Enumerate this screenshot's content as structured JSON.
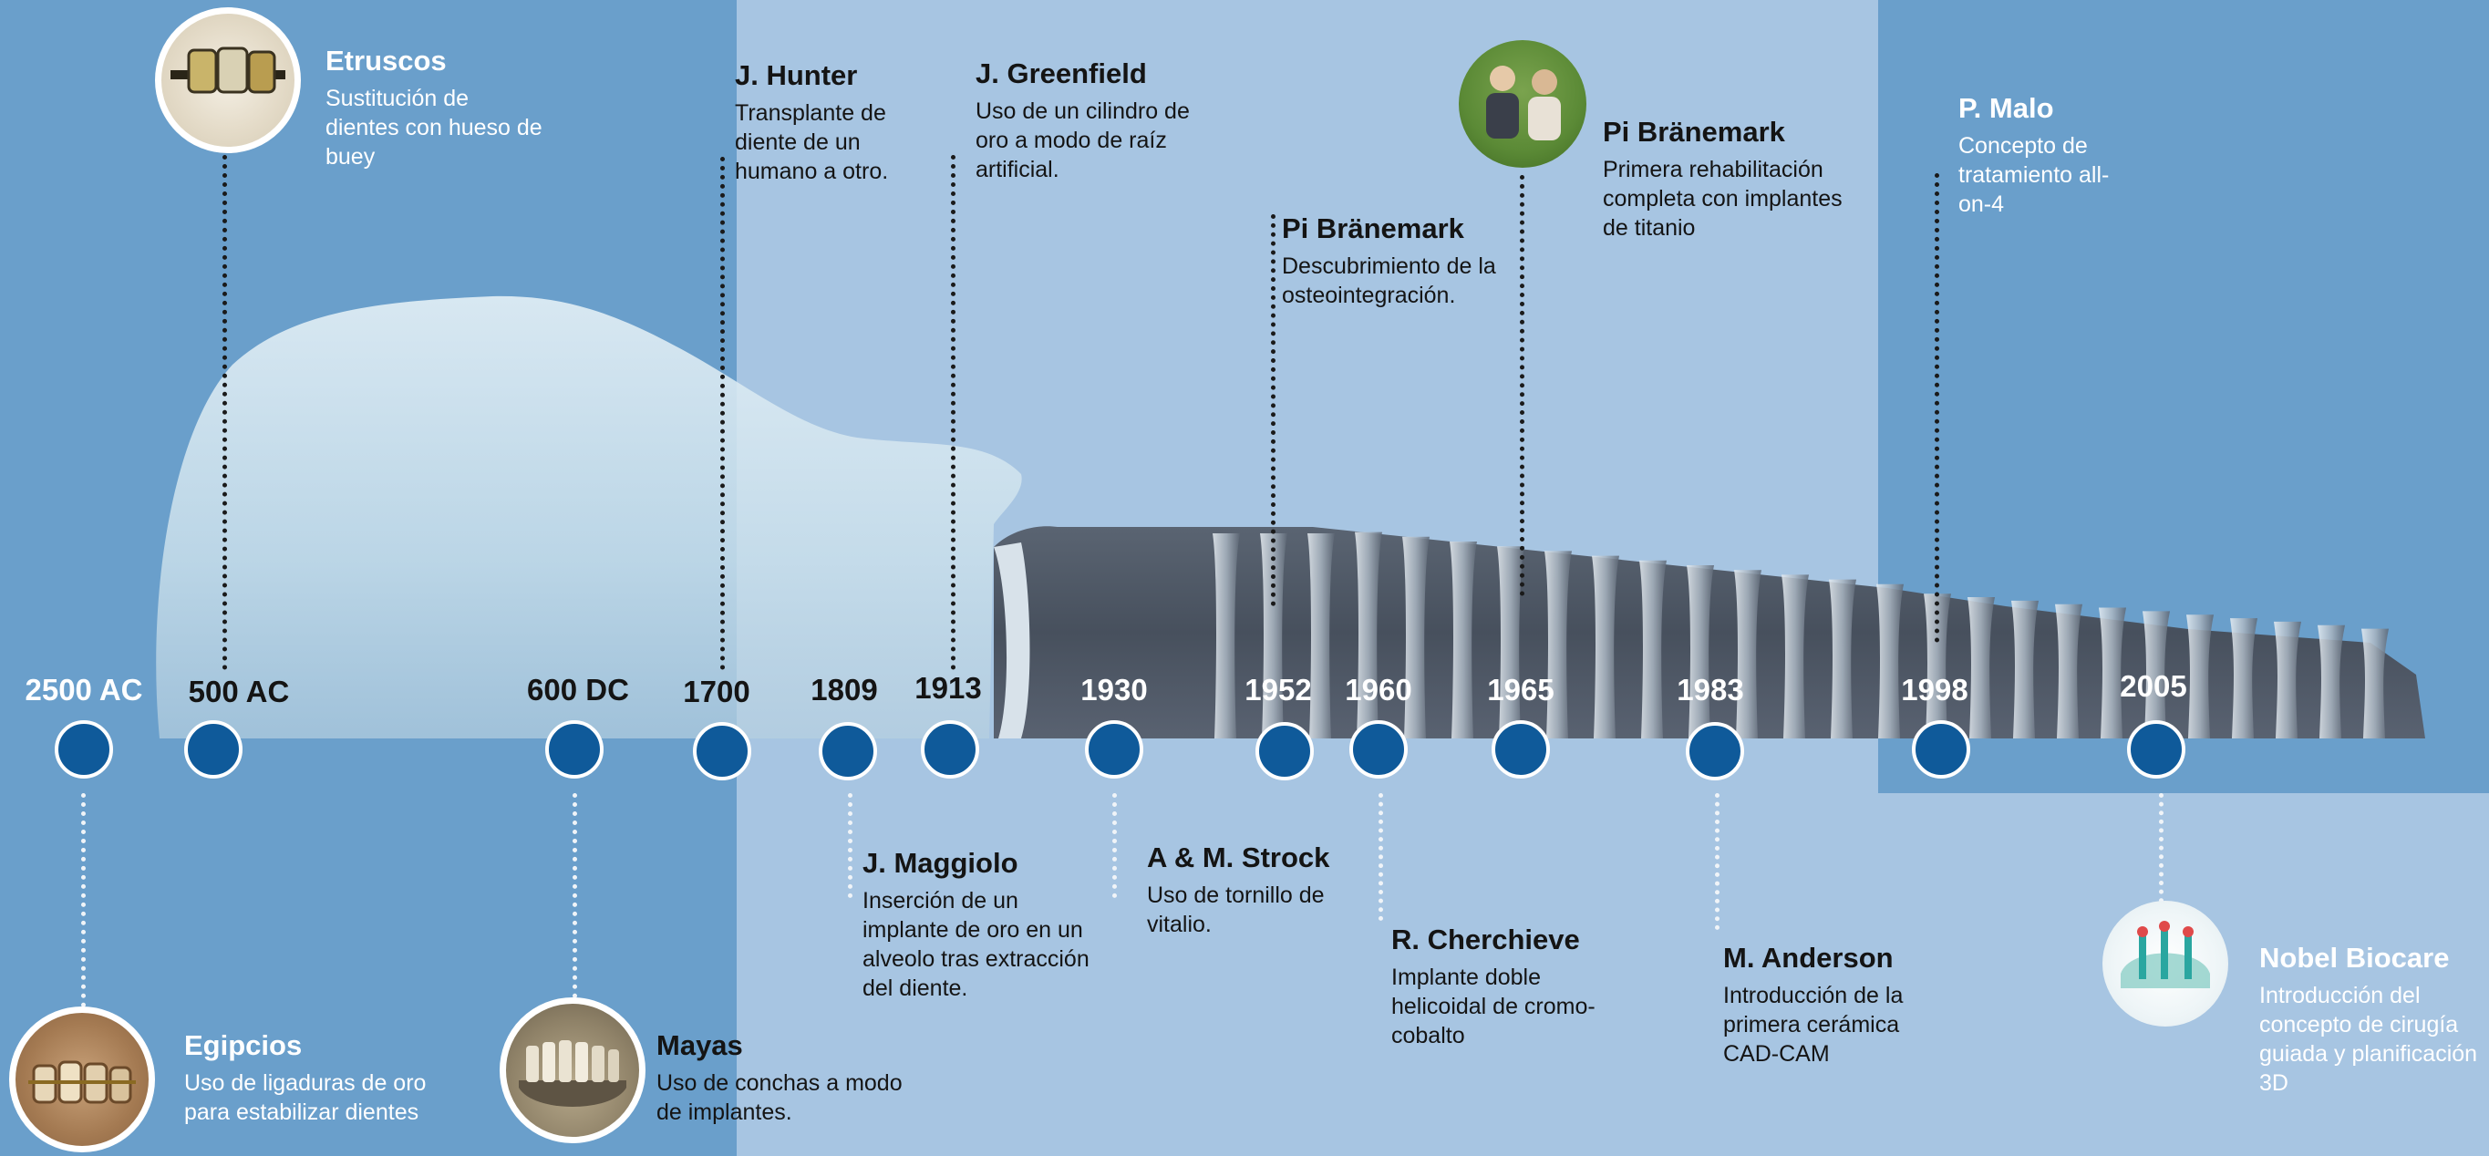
{
  "timeline": {
    "years": [
      "2500 AC",
      "500 AC",
      "600 DC",
      "1700",
      "1809",
      "1913",
      "1930",
      "1952",
      "1960",
      "1965",
      "1983",
      "1998",
      "2005"
    ],
    "events": [
      {
        "title": "Egipcios",
        "desc": "Uso de ligaduras de oro para estabilizar dientes"
      },
      {
        "title": "Etruscos",
        "desc": "Sustitución de dientes con hueso de buey"
      },
      {
        "title": "Mayas",
        "desc": "Uso de conchas a modo de implantes."
      },
      {
        "title": "J. Hunter",
        "desc": "Transplante de diente de un humano a otro."
      },
      {
        "title": "J. Maggiolo",
        "desc": "Inserción de un implante de oro en un alveolo tras extracción del diente."
      },
      {
        "title": "J. Greenfield",
        "desc": "Uso de un cilindro de oro a modo de raíz artificial."
      },
      {
        "title": "A & M. Strock",
        "desc": "Uso de tornillo de vitalio."
      },
      {
        "title": "Pi Bränemark",
        "desc": "Descubrimiento de la osteointegración."
      },
      {
        "title": "R. Cherchieve",
        "desc": "Implante doble helicoidal de cromo-cobalto"
      },
      {
        "title": "Pi Bränemark",
        "desc": "Primera rehabilitación completa con implantes de titanio"
      },
      {
        "title": "M. Anderson",
        "desc": "Introducción de la primera cerámica CAD-CAM"
      },
      {
        "title": "P. Malo",
        "desc": "Concepto de tratamiento all-on-4"
      },
      {
        "title": "Nobel Biocare",
        "desc": "Introducción del concepto de cirugía guiada y planificación 3D"
      }
    ]
  },
  "photos": [
    "egyptian-dental-artifact",
    "etruscan-dental-bridge",
    "mayan-jaw-fossil",
    "branemark-portrait",
    "guided-surgery-model"
  ],
  "colors": {
    "background": "#6a9fcb",
    "band": "#a7c5e2",
    "node": "#0f5a9a",
    "implant": "#3d4552"
  }
}
